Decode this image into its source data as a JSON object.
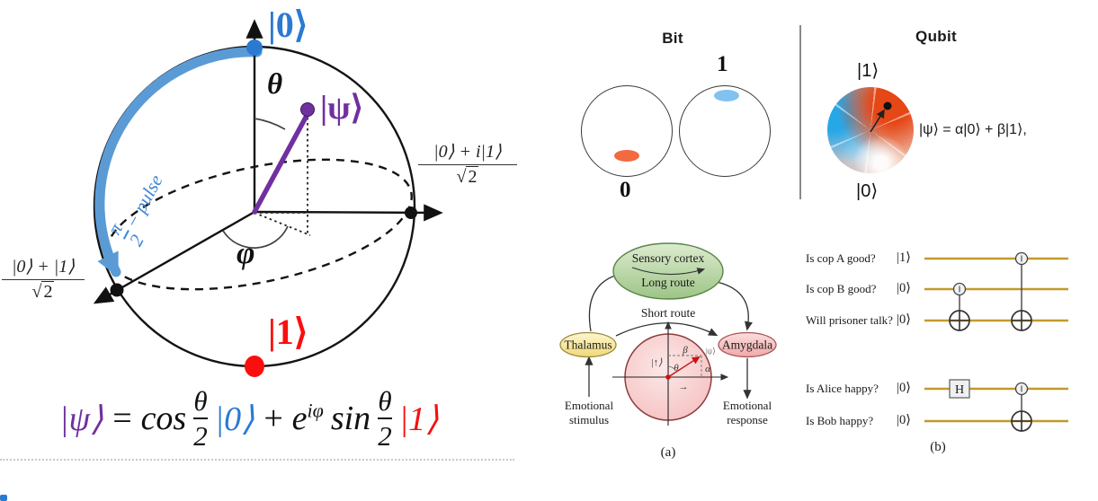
{
  "bloch_panel": {
    "labels": {
      "ket0": "|0⟩",
      "theta": "θ",
      "psi": "|ψ⟩",
      "phi": "φ",
      "ket1": "|1⟩",
      "pulse_num": "π",
      "pulse_den": "2",
      "pulse_text": "− pulse",
      "axis_right_num": "|0⟩ + i|1⟩",
      "axis_right_sqrt": "√",
      "axis_right_den": "2",
      "axis_left_num": "|0⟩ + |1⟩",
      "axis_left_sqrt": "√",
      "axis_left_den": "2"
    },
    "equation": {
      "psi": "|ψ⟩",
      "equals": "=",
      "cos": "cos",
      "theta": "θ",
      "two": "2",
      "ket0": "|0⟩",
      "plus": "+",
      "e": "e",
      "exp": "iφ",
      "sin": "sin",
      "ket1": "|1⟩"
    },
    "colors": {
      "ket0_blue": "#2a7ad2",
      "ket1_red": "#fb0e0e",
      "psi_purple": "#7030a0",
      "pulse_blue": "#5b9bd5"
    }
  },
  "bit_qubit_panel": {
    "bit": {
      "title": "Bit",
      "one": "1",
      "zero": "0",
      "blob_orange": "#f26a40",
      "blob_blue": "#82c2f0"
    },
    "qubit": {
      "title": "Qubit",
      "ket1": "|1⟩",
      "ket0": "|0⟩",
      "equation": "|ψ⟩ = α|0⟩ + β|1⟩,"
    }
  },
  "brain_panel": {
    "sensory_cortex": "Sensory cortex",
    "long_route": "Long route",
    "short_route": "Short route",
    "thalamus": "Thalamus",
    "amygdala": "Amygdala",
    "stimulus_line1": "Emotional",
    "stimulus_line2": "stimulus",
    "response_line1": "Emotional",
    "response_line2": "response",
    "ket_up": "|↑⟩",
    "theta": "θ",
    "beta": "β",
    "alpha": "α",
    "psi": "|ψ⟩",
    "x_indicator": "→",
    "caption": "(a)"
  },
  "circuit_panel": {
    "rows": [
      {
        "label": "Is cop A good?",
        "ket": "|1⟩"
      },
      {
        "label": "Is cop B good?",
        "ket": "|0⟩"
      },
      {
        "label": "Will prisoner talk?",
        "ket": "|0⟩"
      },
      {
        "label": "Is Alice happy?",
        "ket": "|0⟩"
      },
      {
        "label": "Is Bob happy?",
        "ket": "|0⟩"
      }
    ],
    "h_gate": "H",
    "caption": "(b)",
    "wire_color": "#c2992b"
  }
}
